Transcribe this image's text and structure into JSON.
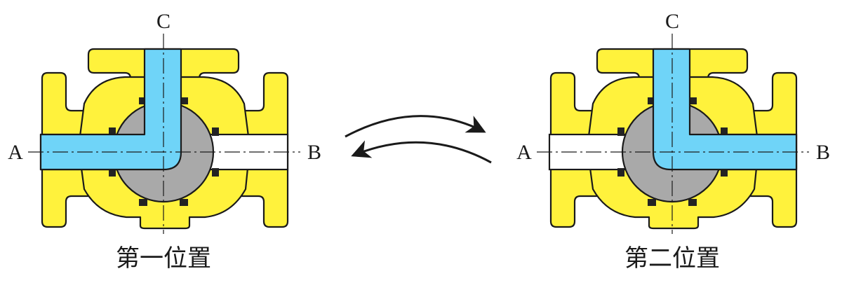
{
  "colors": {
    "body": "#fff23c",
    "channel": "#6fd4f8",
    "ball": "#a9a9a9",
    "seal": "#232323",
    "outline": "#1a1a1a"
  },
  "valves": [
    {
      "port_top": "C",
      "port_left": "A",
      "port_right": "B",
      "caption": "第一位置",
      "flow_path": "C-A"
    },
    {
      "port_top": "C",
      "port_left": "A",
      "port_right": "B",
      "caption": "第二位置",
      "flow_path": "C-B"
    }
  ]
}
